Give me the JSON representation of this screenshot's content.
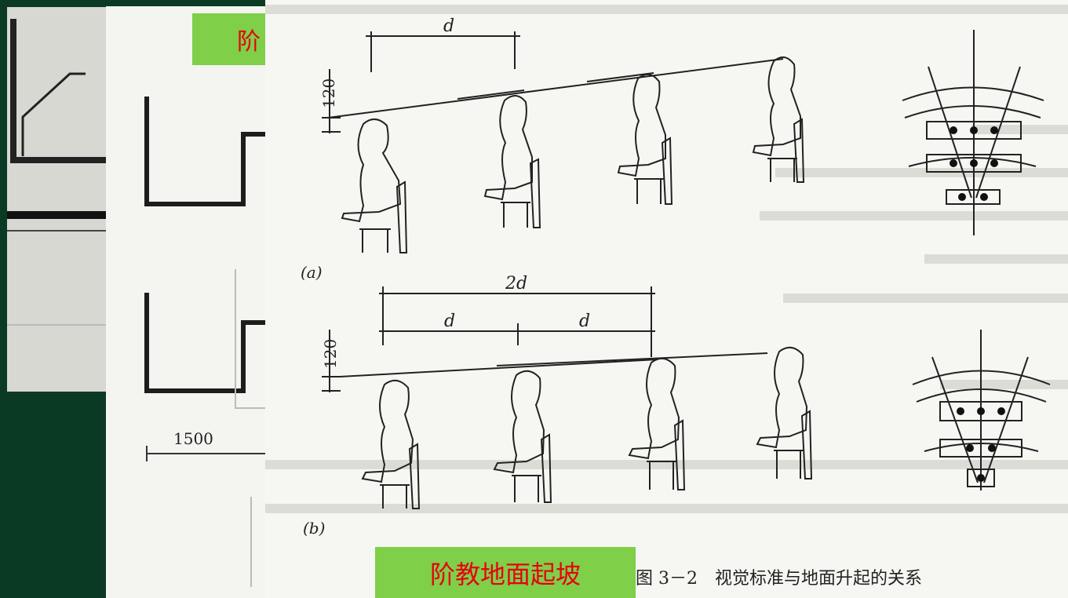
{
  "caption": "图 3－2　视觉标准与地面升起的关系",
  "labels": {
    "top_fragment": "阶",
    "bottom": "阶教地面起坡"
  },
  "diagram_a": {
    "tag": "(a)",
    "dim_top": "d",
    "dim_side": "120"
  },
  "diagram_b": {
    "tag": "(b)",
    "dim_total": "2d",
    "dim_left": "d",
    "dim_right": "d",
    "dim_side": "120"
  },
  "mid_sheet": {
    "dimension": "1500"
  },
  "colors": {
    "background": "#0a3a24",
    "label_fill": "#7fcf48",
    "label_text": "#e8000f"
  }
}
